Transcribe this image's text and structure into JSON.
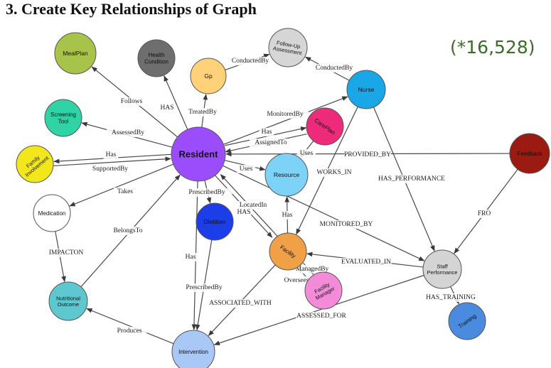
{
  "heading": "3.  Create Key Relationships of Graph",
  "count": "(*16,528)",
  "nodes": {
    "mealplan": {
      "label": "MealPlan",
      "color": "#a8c34a"
    },
    "health": {
      "label": "Health Condition",
      "color": "#6e6e6e"
    },
    "gp": {
      "label": "Gp",
      "color": "#ffd27a"
    },
    "followup": {
      "label": "Follow-Up Assessment",
      "color": "#d6d6d6"
    },
    "nurse": {
      "label": "Nurse",
      "color": "#1aa7e8"
    },
    "screening": {
      "label": "Screening Tool",
      "color": "#2fd3a5"
    },
    "careplan": {
      "label": "CarePlan",
      "color": "#ee2a7b"
    },
    "family": {
      "label": "Family Involvement",
      "color": "#f2e61c"
    },
    "resident": {
      "label": "Resident",
      "color": "#9b4dfb"
    },
    "resource": {
      "label": "Resource",
      "color": "#7dd3f7"
    },
    "feedback": {
      "label": "Feedback",
      "color": "#9b1b12"
    },
    "medication": {
      "label": "Medication",
      "color": "#ffffff"
    },
    "dietitian": {
      "label": "Dietitian",
      "color": "#1b3ee8"
    },
    "facility": {
      "label": "Facility",
      "color": "#f0a046"
    },
    "staff": {
      "label": "Staff Performance",
      "color": "#d4d4d4"
    },
    "facmgr": {
      "label": "Facility Manager",
      "color": "#f38bd9"
    },
    "nutrition": {
      "label": "Nutritional Outcome",
      "color": "#5ec8d0"
    },
    "training": {
      "label": "Training",
      "color": "#4a8be0"
    },
    "intervention": {
      "label": "Intervention",
      "color": "#a9c8f5"
    }
  },
  "edges": [
    {
      "from": "resident",
      "to": "mealplan",
      "label": "Follows"
    },
    {
      "from": "resident",
      "to": "health",
      "label": "HAS"
    },
    {
      "from": "resident",
      "to": "gp",
      "label": "TreatedBy"
    },
    {
      "from": "gp",
      "to": "followup",
      "label": "ConductedBy"
    },
    {
      "from": "nurse",
      "to": "followup",
      "label": "ConductedBy"
    },
    {
      "from": "resident",
      "to": "nurse",
      "label": "MonitoredBy"
    },
    {
      "from": "resident",
      "to": "screening",
      "label": "AssessedBy"
    },
    {
      "from": "resident",
      "to": "careplan",
      "label": "Has"
    },
    {
      "from": "careplan",
      "to": "resident",
      "label": "AssignedTo"
    },
    {
      "from": "resident",
      "to": "family",
      "label": "Has"
    },
    {
      "from": "family",
      "to": "resident",
      "label": "SupportedBy"
    },
    {
      "from": "feedback",
      "to": "resident",
      "label": "PROVIDED_BY"
    },
    {
      "from": "resident",
      "to": "resource",
      "label": "Uses"
    },
    {
      "from": "careplan",
      "to": "resource",
      "label": "Uses"
    },
    {
      "from": "resident",
      "to": "medication",
      "label": "Takes"
    },
    {
      "from": "resident",
      "to": "dietitian",
      "label": "PrescribedBy"
    },
    {
      "from": "resident",
      "to": "facility",
      "label": "LocatedIn"
    },
    {
      "from": "facility",
      "to": "resident",
      "label": "HAS"
    },
    {
      "from": "resident",
      "to": "staff",
      "label": "MONITORED_BY"
    },
    {
      "from": "resident",
      "to": "intervention",
      "label": "Has"
    },
    {
      "from": "nutrition",
      "to": "resident",
      "label": "BelongsTo"
    },
    {
      "from": "medication",
      "to": "nutrition",
      "label": "IMPACTON"
    },
    {
      "from": "dietitian",
      "to": "intervention",
      "label": "PrescribedBy"
    },
    {
      "from": "facility",
      "to": "intervention",
      "label": "ASSOCIATED_WITH"
    },
    {
      "from": "intervention",
      "to": "nutrition",
      "label": "Produces"
    },
    {
      "from": "staff",
      "to": "intervention",
      "label": "ASSESSED_FOR"
    },
    {
      "from": "nurse",
      "to": "facility",
      "label": "WORKS_IN"
    },
    {
      "from": "nurse",
      "to": "staff",
      "label": "HAS_PERFORMANCE"
    },
    {
      "from": "feedback",
      "to": "staff",
      "label": "FRO"
    },
    {
      "from": "staff",
      "to": "facility",
      "label": "EVALUATED_IN"
    },
    {
      "from": "facility",
      "to": "facmgr",
      "label": "ManagedBy"
    },
    {
      "from": "facmgr",
      "to": "facility",
      "label": "Oversees"
    },
    {
      "from": "staff",
      "to": "training",
      "label": "HAS_TRAINING"
    },
    {
      "from": "facility",
      "to": "resource",
      "label": "Has"
    }
  ]
}
